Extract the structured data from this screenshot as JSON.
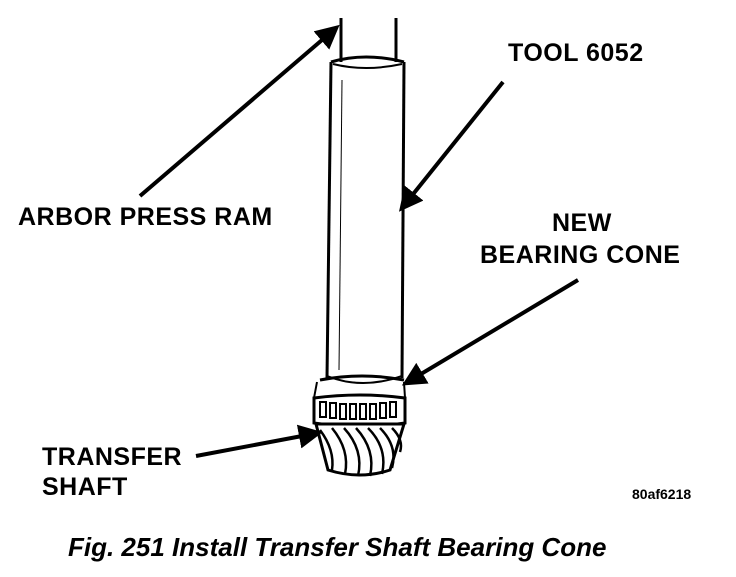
{
  "labels": {
    "arbor_press_ram": "ARBOR PRESS RAM",
    "tool": "TOOL 6052",
    "new_bearing_cone_line1": "NEW",
    "new_bearing_cone_line2": "BEARING CONE",
    "transfer_shaft_line1": "TRANSFER",
    "transfer_shaft_line2": "SHAFT"
  },
  "figure_id": "80af6218",
  "caption": "Fig. 251 Install Transfer Shaft Bearing Cone"
}
